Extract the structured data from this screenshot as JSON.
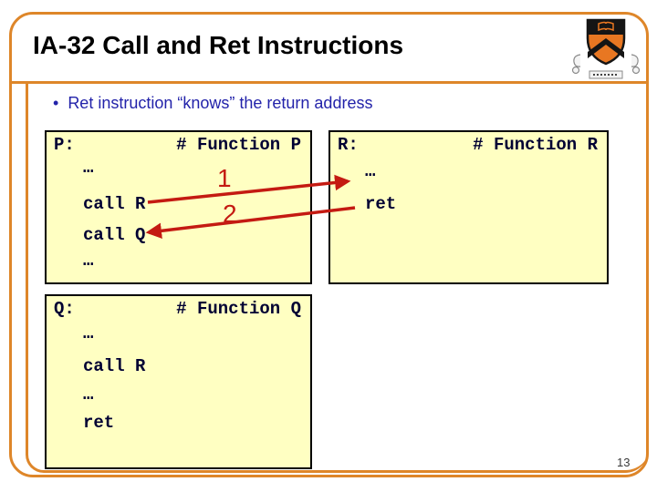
{
  "slide": {
    "title": "IA-32 Call and Ret Instructions",
    "bullet_marker": "•",
    "bullet": "Ret instruction “knows” the return address",
    "page_number": "13"
  },
  "colors": {
    "frame_orange": "#de8629",
    "box_background": "#ffffc2",
    "box_border": "#000000",
    "code_text": "#000033",
    "bullet_text": "#2323aa",
    "arrow_red": "#c41a12",
    "title_text": "#000000",
    "logo_orange": "#e87722",
    "logo_black": "#151515"
  },
  "boxes": {
    "p": {
      "label": "P:",
      "comment": "# Function P",
      "lines": [
        "…",
        "call R",
        "call Q",
        "…"
      ]
    },
    "r": {
      "label": "R:",
      "comment": "# Function R",
      "lines": [
        "…",
        "ret"
      ]
    },
    "q": {
      "label": "Q:",
      "comment": "# Function Q",
      "lines": [
        "…",
        "call R",
        "…",
        "ret"
      ]
    }
  },
  "arrows": [
    {
      "label": "1",
      "meaning": "call R jumps to start of function R"
    },
    {
      "label": "2",
      "meaning": "ret returns to instruction after call R"
    }
  ],
  "icons": {
    "logo": "princeton-shield"
  }
}
